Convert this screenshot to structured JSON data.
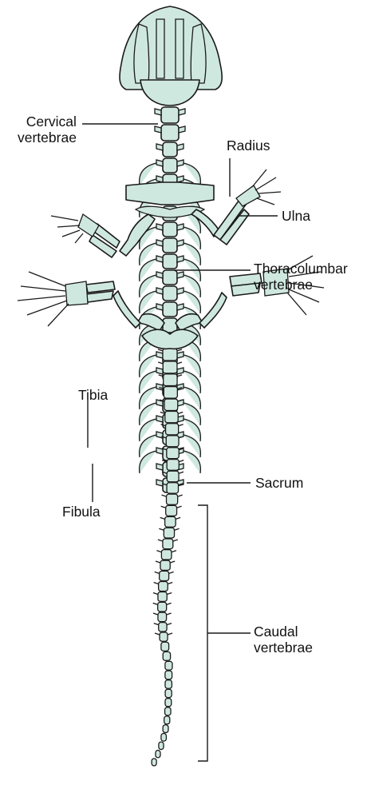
{
  "colors": {
    "bone": "#cfe8df",
    "ink": "#1a1a1a",
    "background": "#ffffff"
  },
  "labels": {
    "cervical": {
      "line1": "Cervical",
      "line2": "vertebrae"
    },
    "radius": "Radius",
    "ulna": "Ulna",
    "thoracolumbar": {
      "line1": "Thoracolumbar",
      "line2": "vertebrae"
    },
    "tibia": "Tibia",
    "sacrum": "Sacrum",
    "fibula": "Fibula",
    "caudal": {
      "line1": "Caudal",
      "line2": "vertebrae"
    }
  }
}
